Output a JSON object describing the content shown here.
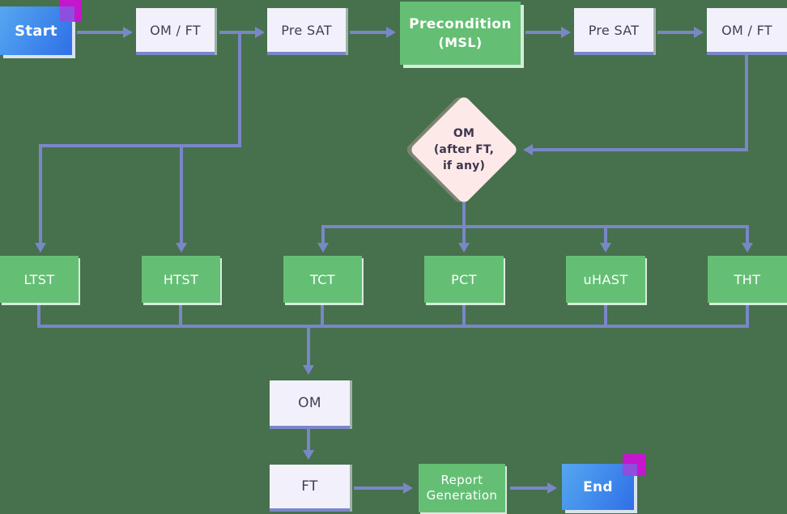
{
  "diagram": {
    "background_color": "#47704d",
    "connector_color": "#7987c7",
    "accent_magenta": "#c316cd",
    "process_fill": "#f2f1fb",
    "process_border": "#7b87c9",
    "stress_fill": "#64bf74",
    "decision_fill": "#fce9e8",
    "terminal_gradient_from": "#55a7f1",
    "terminal_gradient_to": "#2f70e7",
    "nodes": {
      "start": "Start",
      "omft_top_left": "OM / FT",
      "presat_left": "Pre SAT",
      "precondition_line1": "Precondition",
      "precondition_line2": "(MSL)",
      "presat_right": "Pre SAT",
      "omft_top_right": "OM / FT",
      "decision_line1": "OM",
      "decision_line2": "(after FT,",
      "decision_line3": "if any)",
      "ltst": "LTST",
      "htst": "HTST",
      "tct": "TCT",
      "pct": "PCT",
      "uhast": "uHAST",
      "tht": "THT",
      "om_bottom": "OM",
      "ft_bottom": "FT",
      "report_generation": "Report Generation",
      "end": "End"
    }
  }
}
